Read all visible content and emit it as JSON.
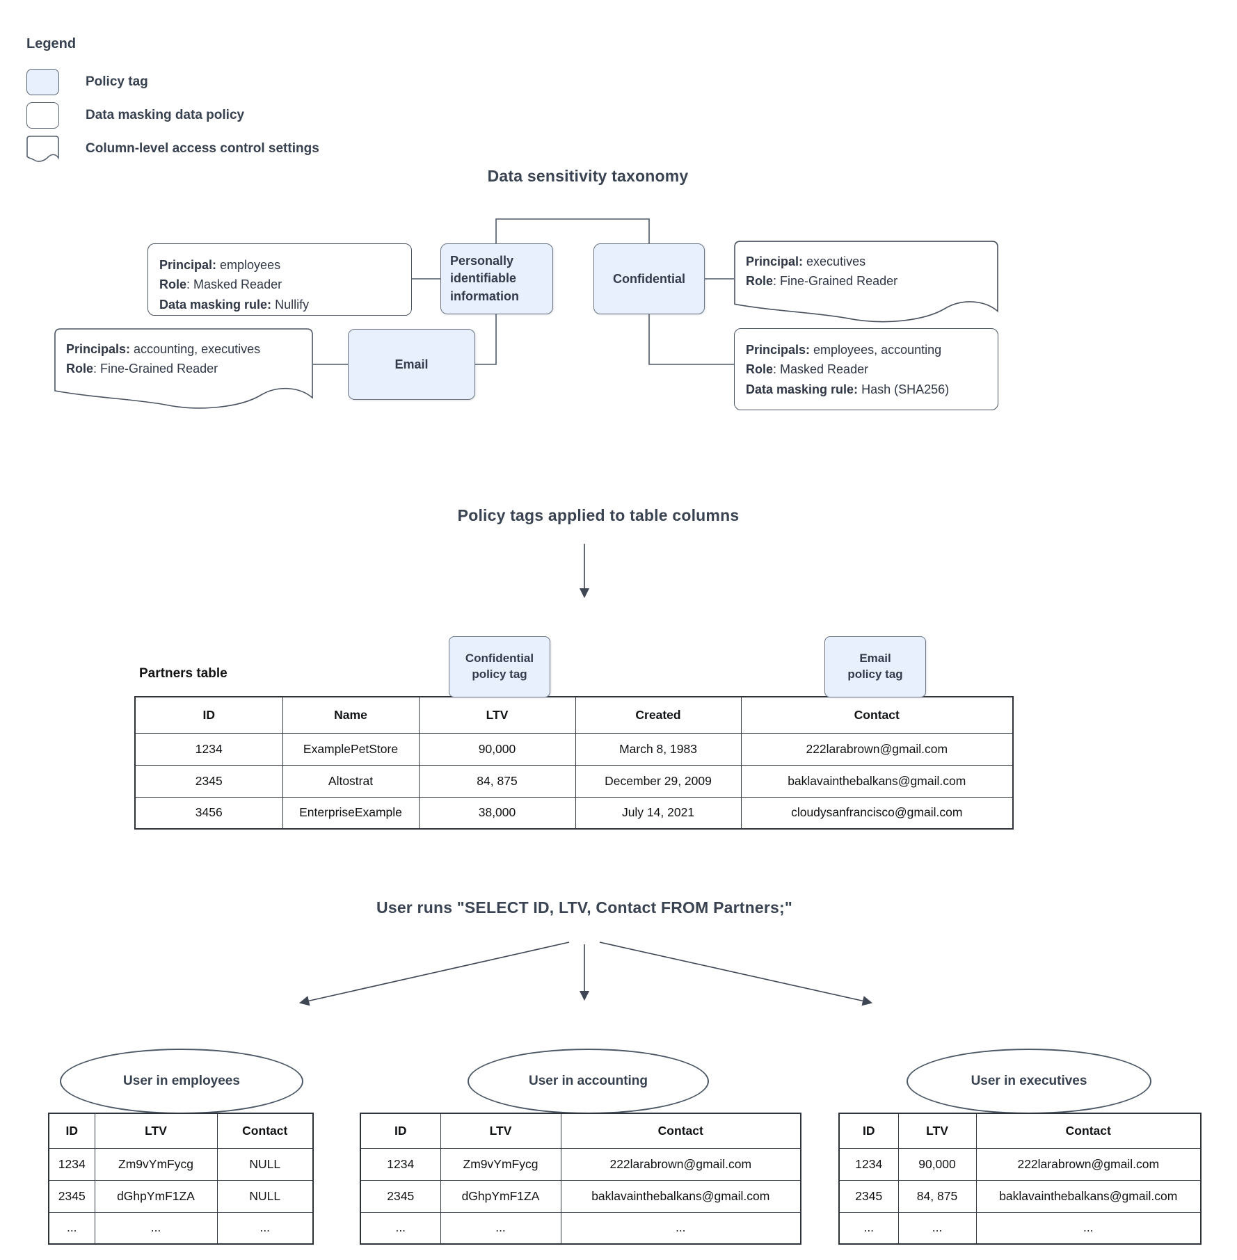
{
  "colors": {
    "policy_tag_fill": "#e8f0fe",
    "line_stroke": "#4d5866",
    "heading_text": "#3a4351",
    "body_text": "#2f3644"
  },
  "legend": {
    "title": "Legend",
    "items": [
      {
        "swatch": "policy-tag",
        "label": "Policy tag"
      },
      {
        "swatch": "data-masking-policy",
        "label": "Data masking data policy"
      },
      {
        "swatch": "column-access-control",
        "label": "Column-level access control settings"
      }
    ]
  },
  "taxonomy": {
    "title": "Data sensitivity taxonomy",
    "nodes": {
      "pii": "Personally identifiable information",
      "confidential": "Confidential",
      "email": "Email"
    },
    "policies": {
      "nullify": {
        "lines": [
          [
            "Principal:",
            " employees"
          ],
          [
            "Role",
            ": Masked Reader"
          ],
          [
            "Data masking rule:",
            " Nullify"
          ]
        ]
      },
      "executives_access": {
        "lines": [
          [
            "Principal:",
            " executives"
          ],
          [
            "Role",
            ": Fine-Grained Reader"
          ]
        ]
      },
      "accounting_access": {
        "lines": [
          [
            "Principals:",
            " accounting, executives"
          ],
          [
            "Role",
            ": Fine-Grained Reader"
          ]
        ]
      },
      "hash": {
        "lines": [
          [
            "Principals:",
            " employees, accounting"
          ],
          [
            "Role",
            ": Masked Reader"
          ],
          [
            "Data masking rule:",
            " Hash (SHA256)"
          ]
        ]
      }
    }
  },
  "partners_section": {
    "title": "Policy tags applied to table columns",
    "table_label": "Partners table",
    "confidential_tag": {
      "line1": "Confidential",
      "line2": "policy tag"
    },
    "email_tag": {
      "line1": "Email",
      "line2": "policy tag"
    },
    "table": {
      "headers": [
        "ID",
        "Name",
        "LTV",
        "Created",
        "Contact"
      ],
      "rows": [
        [
          "1234",
          "ExamplePetStore",
          "90,000",
          "March 8, 1983",
          "222larabrown@gmail.com"
        ],
        [
          "2345",
          "Altostrat",
          "84, 875",
          "December 29, 2009",
          "baklavainthebalkans@gmail.com"
        ],
        [
          "3456",
          "EnterpriseExample",
          "38,000",
          "July 14, 2021",
          "cloudysanfrancisco@gmail.com"
        ]
      ]
    }
  },
  "query_section": {
    "title": "User runs \"SELECT ID, LTV, Contact FROM Partners;\"",
    "results": [
      {
        "group": "User in employees",
        "headers": [
          "ID",
          "LTV",
          "Contact"
        ],
        "rows": [
          [
            "1234",
            "Zm9vYmFycg",
            "NULL"
          ],
          [
            "2345",
            "dGhpYmF1ZA",
            "NULL"
          ],
          [
            "...",
            "...",
            "..."
          ]
        ]
      },
      {
        "group": "User in accounting",
        "headers": [
          "ID",
          "LTV",
          "Contact"
        ],
        "rows": [
          [
            "1234",
            "Zm9vYmFycg",
            "222larabrown@gmail.com"
          ],
          [
            "2345",
            "dGhpYmF1ZA",
            "baklavainthebalkans@gmail.com"
          ],
          [
            "...",
            "...",
            "..."
          ]
        ]
      },
      {
        "group": "User in executives",
        "headers": [
          "ID",
          "LTV",
          "Contact"
        ],
        "rows": [
          [
            "1234",
            "90,000",
            "222larabrown@gmail.com"
          ],
          [
            "2345",
            "84, 875",
            "baklavainthebalkans@gmail.com"
          ],
          [
            "...",
            "...",
            "..."
          ]
        ]
      }
    ]
  }
}
